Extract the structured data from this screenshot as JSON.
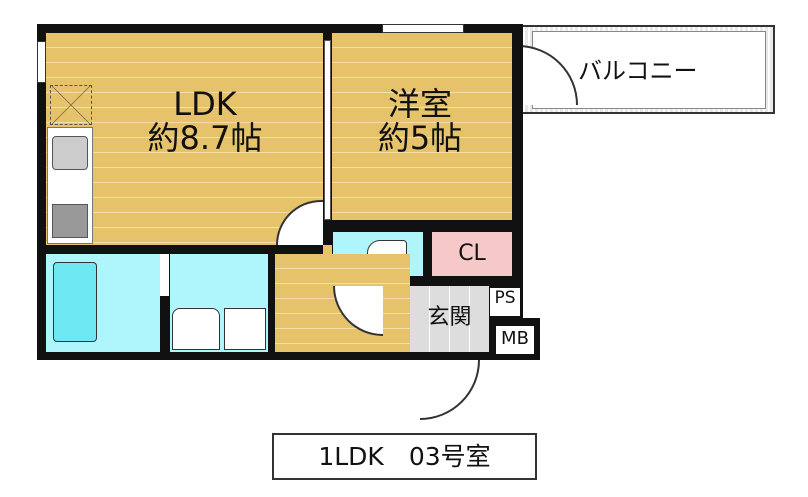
{
  "rooms": {
    "ldk": {
      "name": "LDK",
      "size": "約8.7帖"
    },
    "western": {
      "name": "洋室",
      "size": "約5帖"
    },
    "closet": "CL",
    "entrance": "玄関",
    "ps": "PS",
    "mb": "MB",
    "balcony": "バルコニー"
  },
  "caption": "1LDK　03号室",
  "colors": {
    "floor": "#e6c36b",
    "wet": "#aef6fb",
    "closet": "#f6c8c8",
    "entrance": "#d9d9d9"
  }
}
